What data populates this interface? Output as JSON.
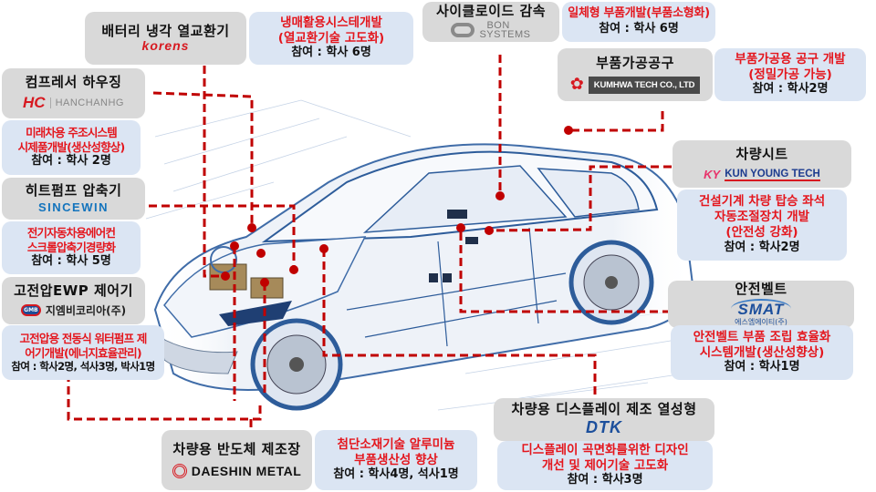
{
  "diagram": {
    "subject": "vehicle-parts-industry-collaboration-map",
    "connector_color": "#c00000",
    "title_box_color": "#d9d9d9",
    "project_box_color": "#dbe5f3",
    "project_text_color": "#e4161d"
  },
  "companies": {
    "korens": {
      "title": "배터리 냉각 열교환기",
      "logo": "korens",
      "project_line1": "냉매활용시스테개발",
      "project_line2": "(열교환기술 고도화)",
      "participants": "참여 : 학사 6명"
    },
    "bon": {
      "title": "사이클로이드 감속",
      "logo_line1": "BON",
      "logo_line2": "SYSTEMS",
      "project_line1": "일체형 부품개발(부품소형화)",
      "participants": "참여 : 학사 6명"
    },
    "kumhwa": {
      "title": "부품가공공구",
      "logo": "KUMHWA TECH CO., LTD",
      "project_line1": "부품가공용 공구 개발",
      "project_line2": "(정밀가공 가능)",
      "participants": "참여 : 학사2명"
    },
    "hanchang": {
      "title": "컴프레서 하우징",
      "logo_mark": "HC",
      "logo": "HANCHANHG",
      "project_line1": "미래차용 주조시스템",
      "project_line2": "시제품개발(생산성향상)",
      "participants": "참여 : 학사 2명"
    },
    "sincewin": {
      "title": "히트펌프 압축기",
      "logo": "SINCEWIN",
      "project_line1": "전기자동차용에어컨",
      "project_line2": "스크롤압축기경량화",
      "participants": "참여 : 학사 5명"
    },
    "gmb": {
      "title": "고전압EWP 제어기",
      "logo_mark": "GMB",
      "logo": "지엠비코리아(주)",
      "project_line1": "고전압용 전동식 워터펌프 제",
      "project_line2": "어기개발(에너지효율관리)",
      "participants": "참여 : 학사2명, 석사3명, 박사1명"
    },
    "kunyoung": {
      "title": "차량시트",
      "logo_mark": "KY",
      "logo": "KUN YOUNG TECH",
      "project_line1": "건설기계 차량 탑승 좌석",
      "project_line2": "자동조절장치 개발",
      "project_line3": "(안전성 강화)",
      "participants": "참여 : 학사2명"
    },
    "smat": {
      "title": "안전벨트",
      "logo": "SMAT",
      "logo_sub": "에스엠에이티(주)",
      "project_line1": "안전벨트 부품 조립 효율화",
      "project_line2": "시스템개발(생산성향상)",
      "participants": "참여 : 학사1명"
    },
    "dtk": {
      "title": "차량용 디스플레이 제조 열성형",
      "logo": "DTK",
      "project_line1": "디스플레이 곡면화를위한 디자인",
      "project_line2": "개선 및 제어기술 고도화",
      "participants": "참여 : 학사3명"
    },
    "daeshin": {
      "title": "차량용 반도체 제조장",
      "logo": "DAESHIN METAL",
      "project_line1": "첨단소재기술 알루미늄",
      "project_line2": "부품생산성 향상",
      "participants": "참여 : 학사4명, 석사1명"
    }
  }
}
